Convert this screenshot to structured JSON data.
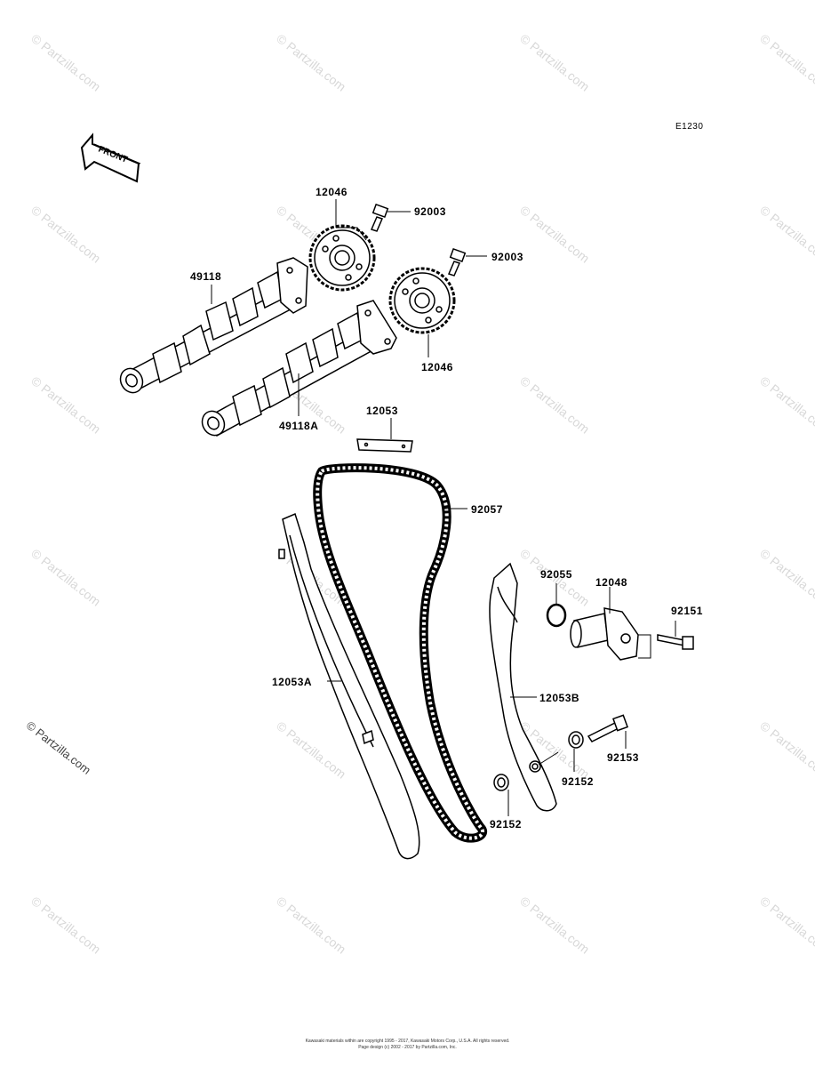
{
  "diagram_code": "E1230",
  "front_arrow_text": "FRONT",
  "watermark_text": "© Partzilla.com",
  "copyright_stamp": "© Partzilla.com",
  "parts": {
    "cam_sprocket_upper": "12046",
    "cam_sprocket_lower": "12046",
    "bolt_upper": "92003",
    "bolt_lower": "92003",
    "camshaft_1": "49118",
    "camshaft_2": "49118A",
    "guide_upper": "12053",
    "chain": "92057",
    "guide_a": "12053A",
    "guide_b": "12053B",
    "o_ring": "92055",
    "tensioner": "12048",
    "tensioner_bolt": "92151",
    "pivot_bolt": "92153",
    "collar_1": "92152",
    "collar_2": "92152"
  },
  "footer_line1": "Kawasaki materials within are copyright 1995 - 2017, Kawasaki Motors Corp., U.S.A. All rights reserved.",
  "footer_line2": "Page design (c) 2002 - 2017 by Partzilla.com, Inc."
}
